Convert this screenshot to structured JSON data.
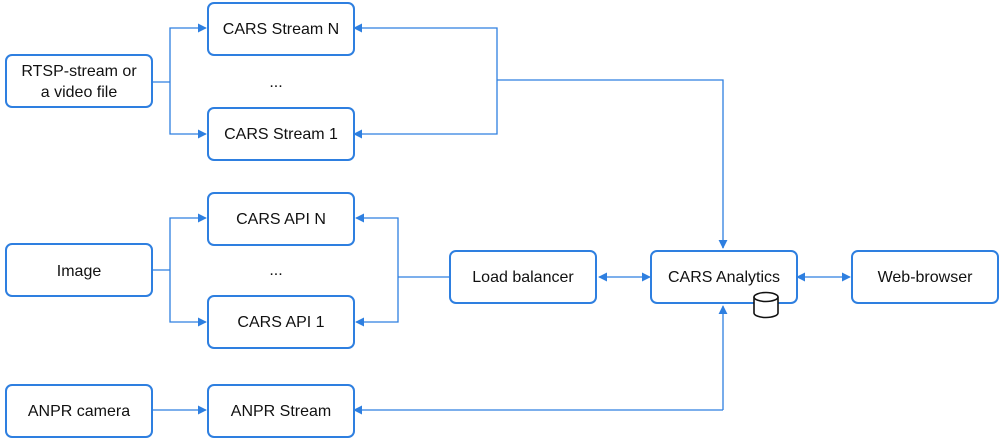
{
  "nodes": {
    "rtsp": {
      "line1": "RTSP-stream or",
      "line2": "a video file"
    },
    "stream_n": {
      "label": "CARS Stream N"
    },
    "stream_ellipsis": {
      "label": "..."
    },
    "stream_1": {
      "label": "CARS Stream 1"
    },
    "image": {
      "label": "Image"
    },
    "api_n": {
      "label": "CARS API N"
    },
    "api_ellipsis": {
      "label": "..."
    },
    "api_1": {
      "label": "CARS API 1"
    },
    "load_balancer": {
      "label": "Load balancer"
    },
    "analytics": {
      "label": "CARS Analytics"
    },
    "web_browser": {
      "label": "Web-browser"
    },
    "anpr_camera": {
      "label": "ANPR camera"
    },
    "anpr_stream": {
      "label": "ANPR Stream"
    }
  },
  "colors": {
    "accent": "#2e7fe0"
  },
  "icons": {
    "analytics_storage": "database-icon"
  }
}
